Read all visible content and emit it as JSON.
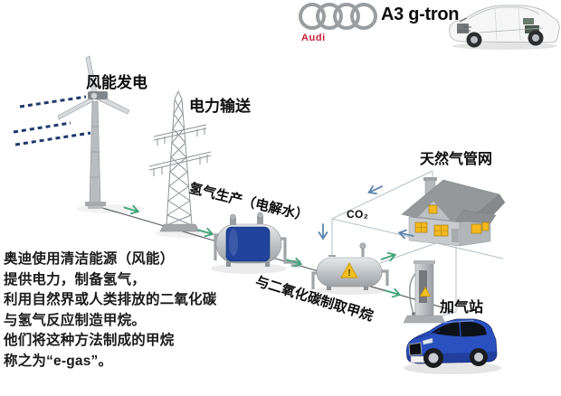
{
  "header": {
    "brand_wordmark": "Audi",
    "model_name": "A3 g-tron"
  },
  "labels": {
    "wind_power": "风能发电",
    "power_transmission": "电力输送",
    "hydrogen_production": "氢气生产（电解水）",
    "methanation": "与二氧化碳制取甲烷",
    "co2": "CO₂",
    "gas_network": "天然气管网",
    "filling_station": "加气站"
  },
  "description": "奥迪使用清洁能源（风能）\n提供电力，制备氢气，\n利用自然界或人类排放的二氧化碳\n与氢气反应制造甲烷。\n他们将这种方法制成的甲烷\n称之为“e-gas”。",
  "colors": {
    "arrow-green": "#3fa377",
    "arrow-blue": "#5b84ae",
    "wind-dash": "#20396b",
    "tank-blue": "#21439c",
    "car-blue": "#2b50c0",
    "audi-red": "#c5203c",
    "window-yellow": "#f5b91e",
    "warning-yellow": "#f2c01d"
  }
}
